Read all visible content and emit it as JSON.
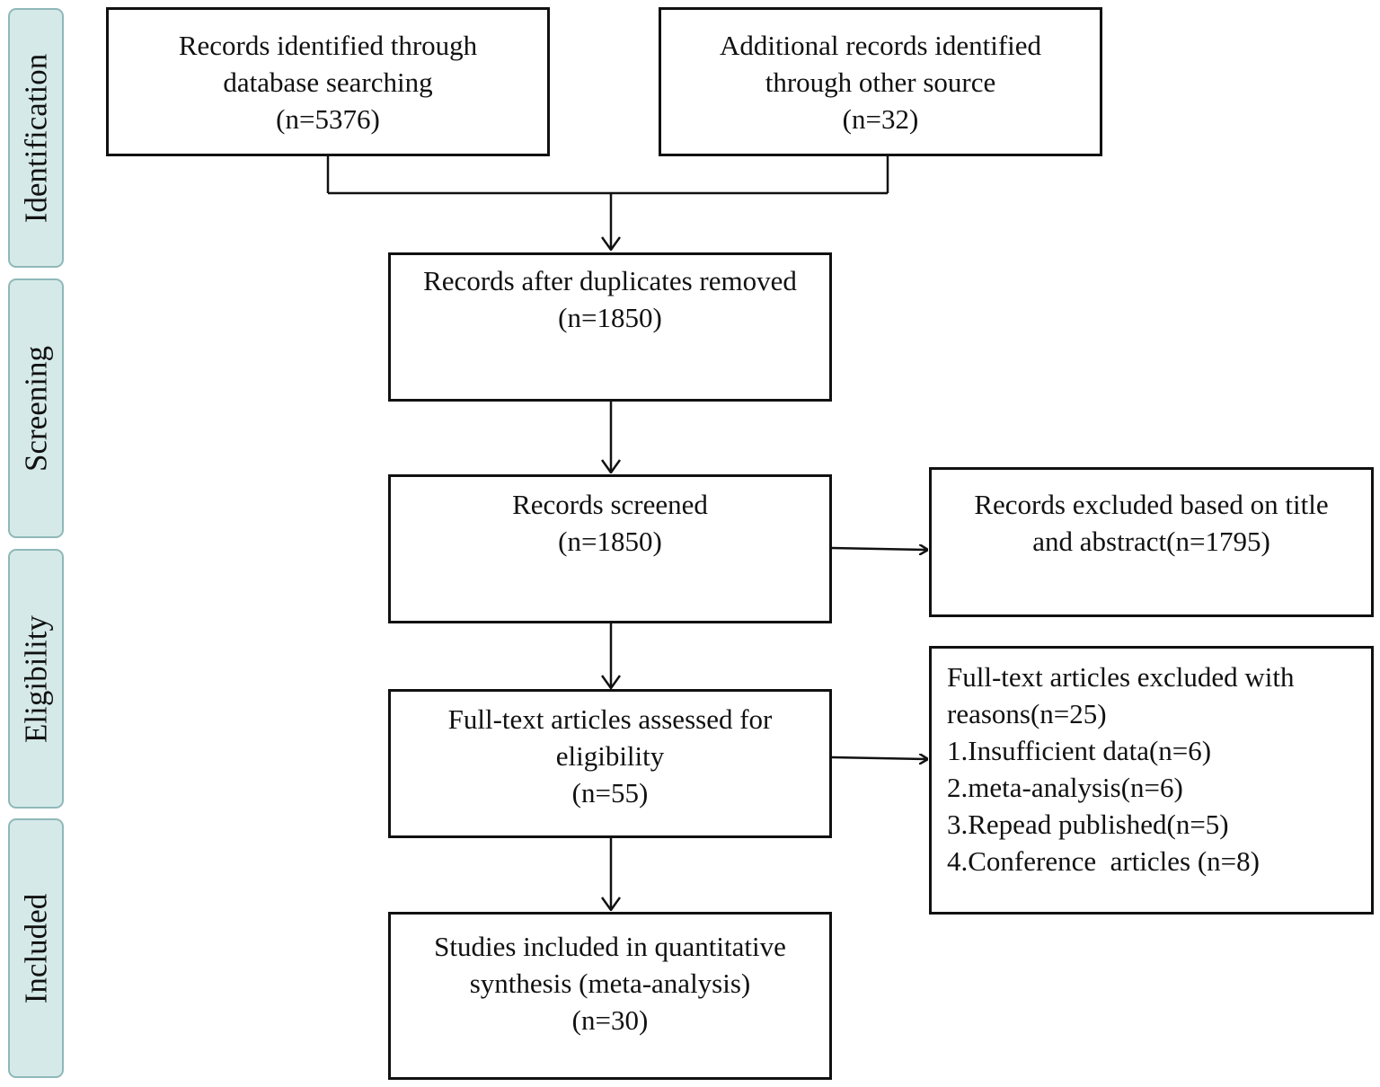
{
  "stages": {
    "identification": "Identification",
    "screening": "Screening",
    "eligibility": "Eligibility",
    "included": "Included"
  },
  "boxes": {
    "database_search": {
      "lines": [
        "Records identified through",
        "database searching",
        "(n=5376)"
      ]
    },
    "other_sources": {
      "lines": [
        "Additional records identified",
        "through other source",
        "(n=32)"
      ]
    },
    "after_duplicates": {
      "lines": [
        "Records after duplicates removed",
        "(n=1850)"
      ]
    },
    "screened": {
      "lines": [
        "Records screened",
        "(n=1850)"
      ]
    },
    "excluded_title_abstract": {
      "lines": [
        "Records excluded based on title",
        "and abstract(n=1795)"
      ]
    },
    "full_text_assessed": {
      "lines": [
        "Full-text articles assessed for",
        "eligibility",
        "(n=55)"
      ]
    },
    "full_text_excluded": {
      "lines": [
        "Full-text articles excluded with",
        "reasons(n=25)",
        "1.Insufficient data(n=6)",
        "2.meta-analysis(n=6)",
        "3.Repead published(n=5)",
        "4.Conference  articles (n=8)"
      ]
    },
    "included_studies": {
      "lines": [
        "Studies included in quantitative",
        "synthesis (meta-analysis)",
        "(n=30)"
      ]
    }
  },
  "colors": {
    "stage_fill": "#d6e9e9",
    "stage_border": "#8fb8b8",
    "line": "#111111"
  }
}
